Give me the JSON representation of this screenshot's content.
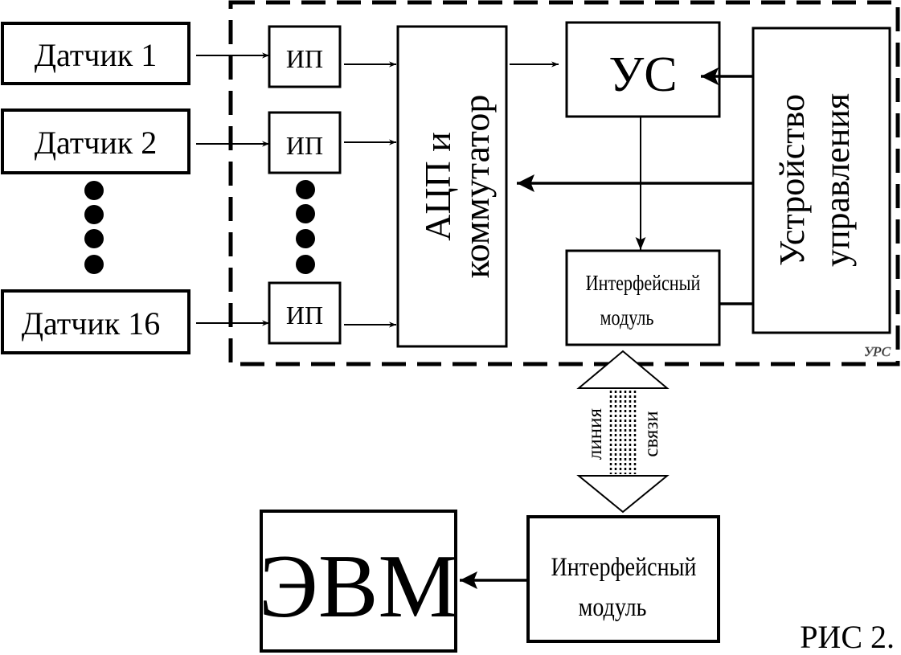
{
  "figure_label": "РИС 2.",
  "urs_label": "УРС",
  "sensors": [
    {
      "label": "Датчик 1"
    },
    {
      "label": "Датчик 2"
    },
    {
      "label": "Датчик 16"
    }
  ],
  "converters": [
    {
      "label": "ИП"
    },
    {
      "label": "ИП"
    },
    {
      "label": "ИП"
    }
  ],
  "adc": {
    "line1": "АЦП и",
    "line2": "коммутатор"
  },
  "us": {
    "label": "УС"
  },
  "control_unit": {
    "line1": "Устройство",
    "line2": "управления"
  },
  "interface_top": {
    "line1": "Интерфейсный",
    "line2": "модуль"
  },
  "comm_line": {
    "left": "линия",
    "right": "связи"
  },
  "interface_bottom": {
    "line1": "Интерфейсный",
    "line2": "модуль"
  },
  "computer": {
    "label": "ЭВМ"
  }
}
